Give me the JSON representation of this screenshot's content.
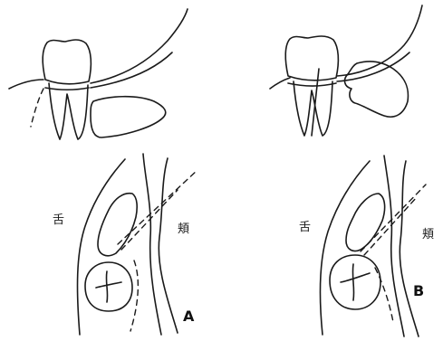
{
  "panels": [
    {
      "letter": "A",
      "lingual_label": "舌",
      "buccal_label": "頬"
    },
    {
      "letter": "B",
      "lingual_label": "舌",
      "buccal_label": "頬"
    }
  ],
  "colors": {
    "ink": "#1a1a1a",
    "background": "#ffffff"
  }
}
